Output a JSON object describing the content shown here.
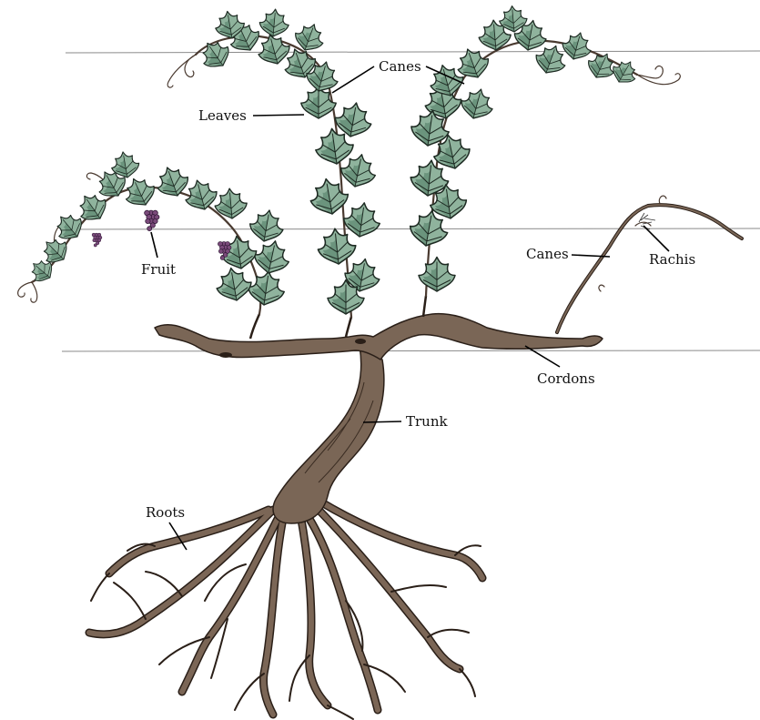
{
  "labels": {
    "canes_top": "Canes",
    "leaves": "Leaves",
    "fruit": "Fruit",
    "canes_right": "Canes",
    "rachis": "Rachis",
    "cordons": "Cordons",
    "trunk": "Trunk",
    "roots": "Roots"
  },
  "colors": {
    "leaf": "#8fb39d",
    "wood": "#7a6656",
    "grape": "#7a4a7a",
    "wire": "#8a8a8a"
  }
}
